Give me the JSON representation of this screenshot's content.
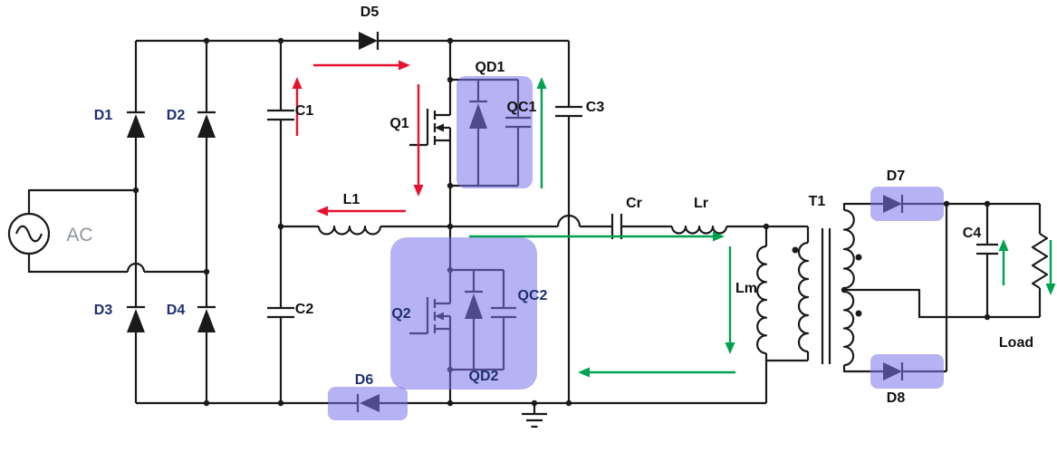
{
  "labels": {
    "ac": "AC",
    "d1": "D1",
    "d2": "D2",
    "d3": "D3",
    "d4": "D4",
    "d5": "D5",
    "d6": "D6",
    "d7": "D7",
    "d8": "D8",
    "c1": "C1",
    "c2": "C2",
    "c3": "C3",
    "c4": "C4",
    "l1": "L1",
    "cr": "Cr",
    "lr": "Lr",
    "lm": "Lm",
    "t1": "T1",
    "q1": "Q1",
    "q2": "Q2",
    "qd1": "QD1",
    "qd2": "QD2",
    "qc1": "QC1",
    "qc2": "QC2",
    "load": "Load"
  },
  "colors": {
    "wire": "#1a1a1a",
    "red": "#e8112d",
    "green": "#00a24f",
    "highlight": "#7b72e9",
    "label-dark": "#111111",
    "label-navy": "#1e2f6e",
    "ac-gray": "#8e949c",
    "bg": "#ffffff"
  },
  "highlighted_components": [
    "QD1-QC1",
    "Q2-QD2-QC2",
    "D6",
    "D7",
    "D8"
  ]
}
